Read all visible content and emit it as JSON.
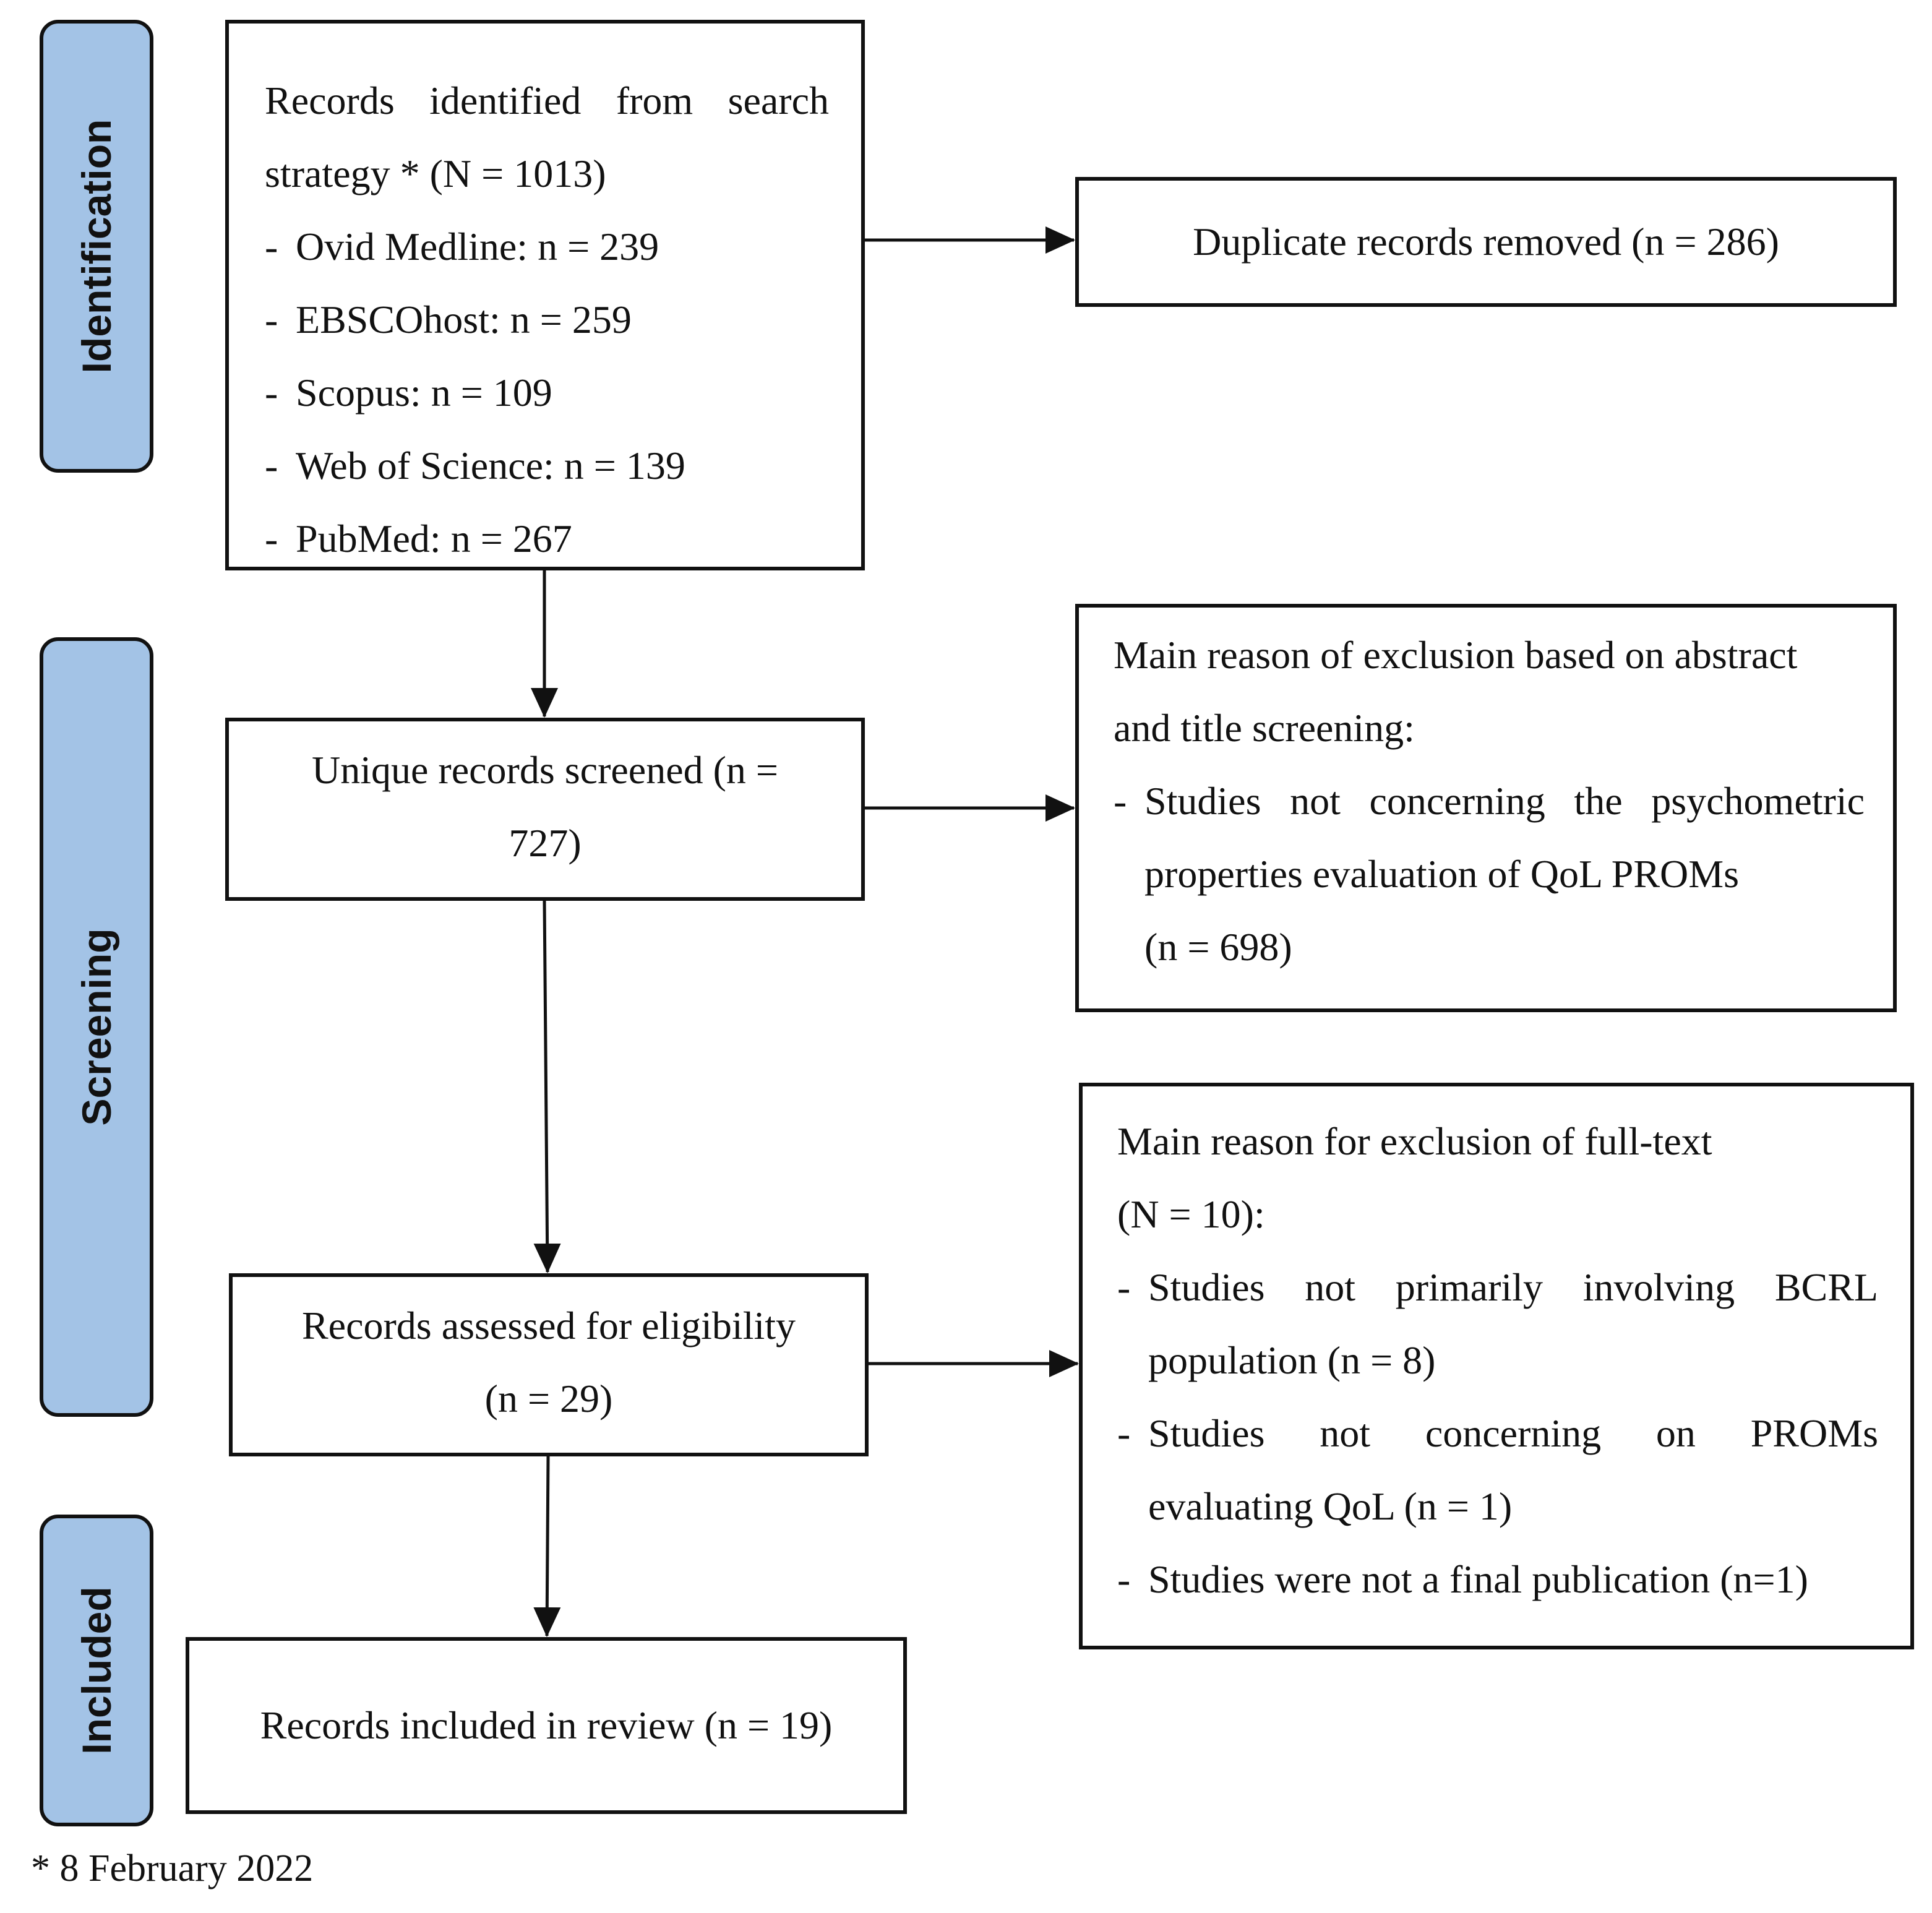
{
  "phases": {
    "identification": "Identification",
    "screening": "Screening",
    "included": "Included"
  },
  "identified": {
    "line1": "Records identified from search",
    "line2": "strategy * (N = 1013)",
    "sources": [
      "Ovid Medline: n = 239",
      "EBSCOhost: n = 259",
      "Scopus: n = 109",
      "Web of Science: n = 139",
      "PubMed: n = 267"
    ]
  },
  "duplicates": "Duplicate records removed (n = 286)",
  "screened": {
    "line1": "Unique records screened (n =",
    "line2": "727)"
  },
  "exclusion_abstract": {
    "line1": "Main reason of exclusion based on abstract",
    "line2": "and title screening:",
    "item_line1": "Studies not concerning the psychometric",
    "item_line2": "properties evaluation of QoL PROMs",
    "item_line3": "(n = 698)"
  },
  "eligibility": {
    "line1": "Records assessed for eligibility",
    "line2": "(n = 29)"
  },
  "exclusion_fulltext": {
    "line1": "Main reason for exclusion of full-text",
    "line2": "(N = 10):",
    "item1_line1": "Studies not primarily involving BCRL",
    "item1_line2": "population (n = 8)",
    "item2_line1": "Studies not concerning on PROMs",
    "item2_line2": "evaluating QoL (n = 1)",
    "item3": "Studies were not a final publication (n=1)"
  },
  "included": "Records included in review (n = 19)",
  "footnote": "* 8 February 2022",
  "dash": "-"
}
